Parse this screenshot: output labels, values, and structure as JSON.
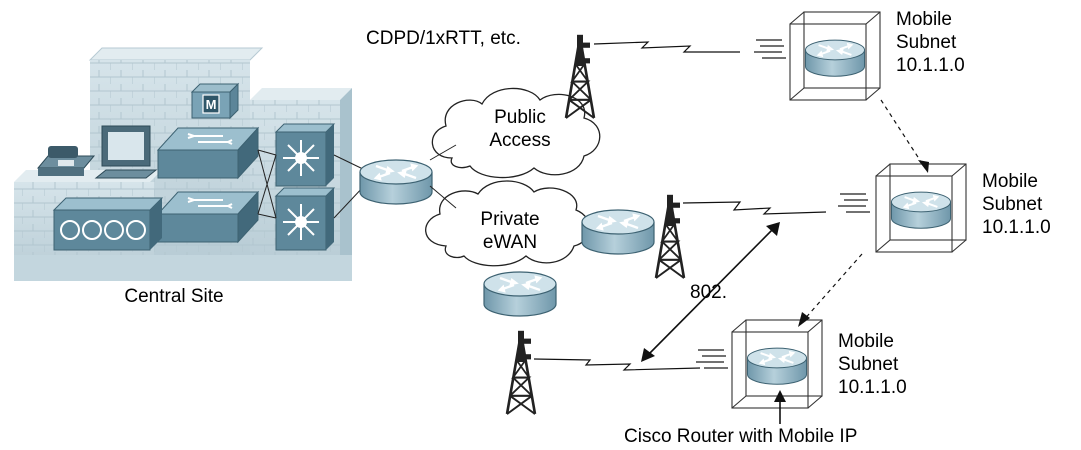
{
  "central_site_label": "Central Site",
  "clouds": {
    "public": {
      "line1": "Public",
      "line2": "Access"
    },
    "private": {
      "line1": "Private",
      "line2": "eWAN"
    }
  },
  "cellular_label": "CDPD/1xRTT, etc.",
  "wlan_label": "802.",
  "mobile_subnets": [
    {
      "line1": "Mobile",
      "line2": "Subnet",
      "line3": "10.1.1.0"
    },
    {
      "line1": "Mobile",
      "line2": "Subnet",
      "line3": "10.1.1.0"
    },
    {
      "line1": "Mobile",
      "line2": "Subnet",
      "line3": "10.1.1.0"
    }
  ],
  "router_caption": "Cisco Router with Mobile IP",
  "colors": {
    "router_body": "#8fb4c4",
    "router_top": "#c9dde5",
    "building_front": "#c6d8e0",
    "building_side": "#a9c2cd",
    "tower": "#222222",
    "line": "#000000"
  },
  "icons": [
    "router-icon",
    "switch-icon",
    "layer3-switch-icon",
    "ip-phone-icon",
    "workstation-icon",
    "mobile-ip-manager-icon",
    "cellular-tower-icon",
    "cloud-icon",
    "mobile-router-cube-icon"
  ]
}
